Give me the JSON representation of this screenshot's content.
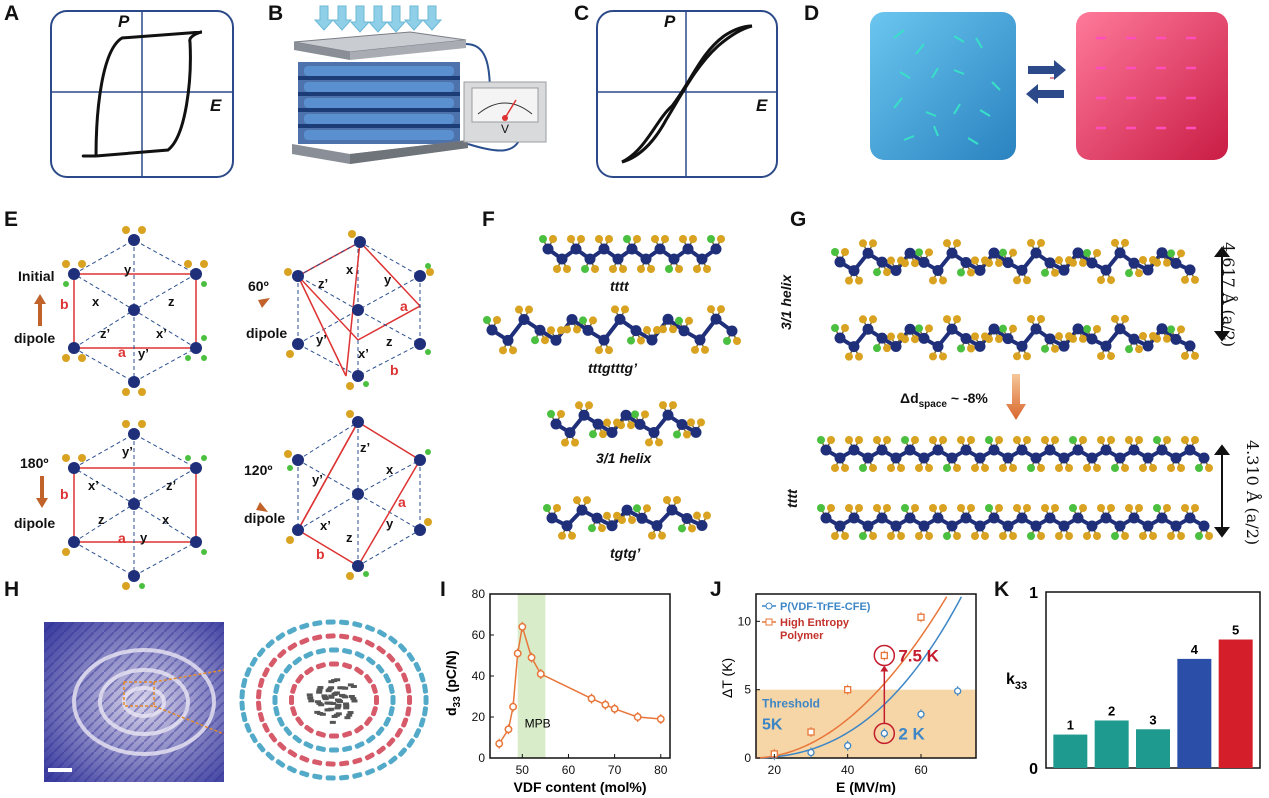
{
  "panels": {
    "a": "A",
    "b": "B",
    "c": "C",
    "d": "D",
    "e": "E",
    "f": "F",
    "g": "G",
    "h": "H",
    "i": "I",
    "j": "J",
    "k": "K"
  },
  "panel_a": {
    "p_axis": "P",
    "e_axis": "E"
  },
  "panel_b": {
    "meter_label": "V"
  },
  "panel_c": {
    "p_axis": "P",
    "e_axis": "E"
  },
  "panel_e": {
    "initial": "Initial",
    "dipole": "dipole",
    "deg60": "60º",
    "deg180": "180º",
    "deg120": "120º",
    "a": "a",
    "b": "b",
    "x": "x",
    "y": "y",
    "z": "z",
    "xp": "x’",
    "yp": "y’",
    "zp": "z’"
  },
  "panel_f": {
    "c1": "tttt",
    "c2": "tttgtttg’",
    "c3": "3/1 helix",
    "c4": "tgtg’"
  },
  "panel_g": {
    "top_label": "3/1 helix",
    "top_dist": "4.617 Å (a/2)",
    "delta": "Δd",
    "delta_sub": "space",
    "delta_val": " ~ -8%",
    "bottom_label": "tttt",
    "bottom_dist": "4.310 Å (a/2)"
  },
  "panel_i": {
    "ylabel": "d",
    "ylabel_sub": "33",
    "ylabel_unit": " (pC/N)",
    "xlabel": "VDF content (mol%)",
    "mpb": "MPB",
    "xticks": [
      "50",
      "60",
      "70",
      "80"
    ],
    "yticks": [
      "0",
      "20",
      "40",
      "60",
      "80"
    ]
  },
  "panel_j": {
    "ylabel": "ΔT (K)",
    "xlabel": "E (MV/m)",
    "legend1": "P(VDF-TrFE-CFE)",
    "legend2": "High Entropy",
    "legend2b": "Polymer",
    "threshold": "Threshold",
    "thr_val": "5K",
    "ann1": "7.5 K",
    "ann2": "2 K",
    "xticks": [
      "20",
      "40",
      "60"
    ],
    "yticks": [
      "0",
      "5",
      "10"
    ]
  },
  "panel_k": {
    "ylabel": "k",
    "ylabel_sub": "33",
    "yticks": [
      "0",
      "1"
    ],
    "bars": [
      "1",
      "2",
      "3",
      "4",
      "5"
    ]
  },
  "colors": {
    "orange": "#e8763a",
    "blue": "#3d86c6",
    "red_text": "#d33333",
    "navy": "#1f2f7a",
    "gold": "#d9a321",
    "green_atom": "#4bc040"
  },
  "chart_data": [
    {
      "type": "line",
      "title": "",
      "xlabel": "VDF content (mol%)",
      "ylabel": "d33 (pC/N)",
      "xlim": [
        43,
        82
      ],
      "ylim": [
        0,
        80
      ],
      "x": [
        45,
        47,
        48,
        49,
        50,
        52,
        54,
        65,
        68,
        70,
        75,
        80
      ],
      "series": [
        {
          "values": [
            7,
            14,
            25,
            51,
            64,
            49,
            41,
            29,
            26,
            24,
            20,
            19
          ]
        }
      ],
      "annotations": [
        "MPB"
      ],
      "shaded_x": [
        49,
        55
      ]
    },
    {
      "type": "line",
      "title": "",
      "xlabel": "E (MV/m)",
      "ylabel": "ΔT (K)",
      "xlim": [
        15,
        75
      ],
      "ylim": [
        0,
        12
      ],
      "series": [
        {
          "name": "P(VDF-TrFE-CFE)",
          "x": [
            20,
            30,
            40,
            50,
            60,
            70
          ],
          "values": [
            0.2,
            0.4,
            0.9,
            1.8,
            3.2,
            4.9
          ]
        },
        {
          "name": "High Entropy Polymer",
          "x": [
            20,
            30,
            40,
            50,
            60
          ],
          "values": [
            0.3,
            1.9,
            5.0,
            7.5,
            10.3
          ]
        }
      ],
      "threshold": 5,
      "annotations": [
        "7.5 K",
        "2 K",
        "Threshold 5K"
      ]
    },
    {
      "type": "bar",
      "title": "",
      "ylabel": "k33",
      "categories": [
        "1",
        "2",
        "3",
        "4",
        "5"
      ],
      "values": [
        0.19,
        0.27,
        0.22,
        0.62,
        0.73
      ],
      "ylim": [
        0,
        1
      ]
    }
  ]
}
